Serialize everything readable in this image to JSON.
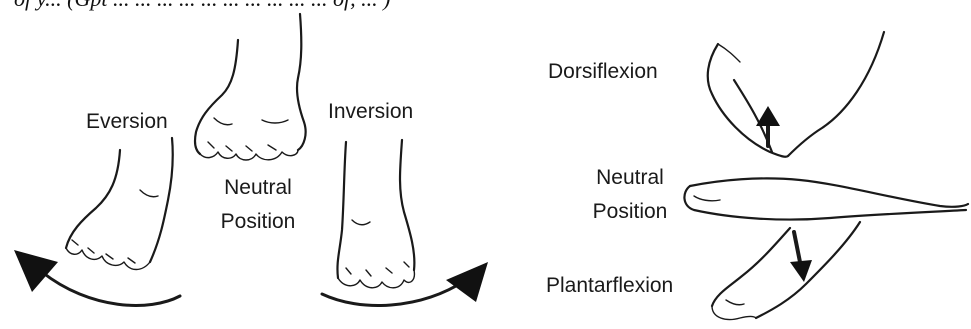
{
  "caption_fragment": "of y... (Gpt ... ... ... ... ... ... ... ... ... ... of, ... )",
  "labels": {
    "eversion": "Eversion",
    "neutral_left_1": "Neutral",
    "neutral_left_2": "Position",
    "inversion": "Inversion",
    "dorsiflexion": "Dorsiflexion",
    "neutral_right_1": "Neutral",
    "neutral_right_2": "Position",
    "plantarflexion": "Plantarflexion"
  },
  "colors": {
    "ink": "#1a1a1a",
    "background": "#ffffff"
  }
}
